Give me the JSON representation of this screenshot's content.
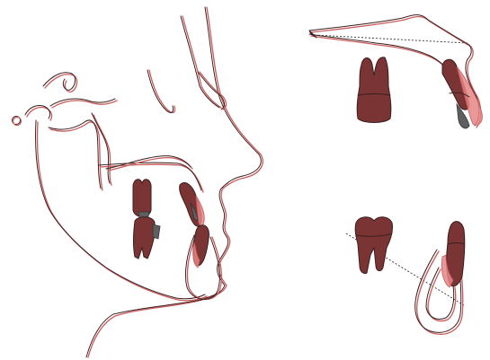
{
  "figure": {
    "panels": [
      {
        "id": "full-profile-superimposition"
      },
      {
        "id": "maxillary-superimposition"
      },
      {
        "id": "mandibular-superimposition"
      }
    ],
    "colors": {
      "outline_before": "#3a2020",
      "outline_after": "#c85b5b",
      "tooth_before": "#7a3434",
      "tooth_overlap": "#5f5f5f",
      "tooth_after": "#e58585"
    }
  }
}
